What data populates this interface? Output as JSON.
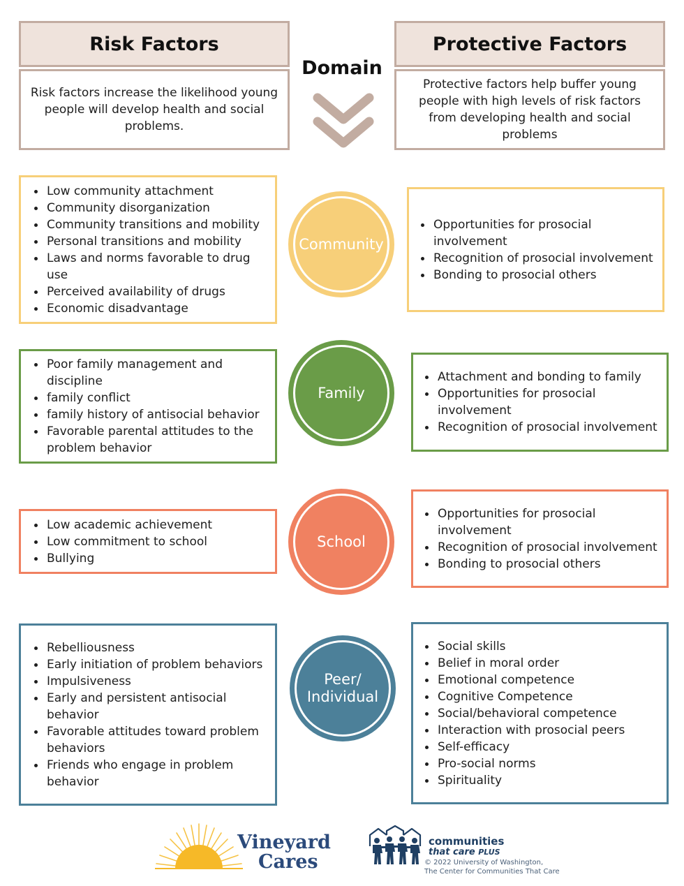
{
  "header": {
    "risk_title": "Risk Factors",
    "protective_title": "Protective Factors",
    "domain_label": "Domain",
    "risk_description": "Risk factors increase the likelihood young people will develop health and social problems.",
    "protective_description": "Protective factors help buffer young people with high levels of risk factors from developing health and social problems",
    "arrow_icon": "double-chevron-down-icon"
  },
  "colors": {
    "header_fill": "#efe3dc",
    "header_border": "#c2aca1",
    "community": "#f7cf79",
    "family": "#6a9c48",
    "school": "#f08161",
    "peer": "#4c8099"
  },
  "domains": [
    {
      "name": "Community",
      "risk": [
        "Low community attachment",
        "Community disorganization",
        "Community transitions and mobility",
        "Personal transitions and mobility",
        "Laws and norms favorable to drug use",
        "Perceived availability of drugs",
        "Economic disadvantage"
      ],
      "protective": [
        "Opportunities for prosocial involvement",
        "Recognition of prosocial involvement",
        "Bonding to prosocial others"
      ]
    },
    {
      "name": "Family",
      "risk": [
        "Poor family management and discipline",
        "family conflict",
        "family history of antisocial behavior",
        "Favorable parental attitudes to the problem behavior"
      ],
      "protective": [
        "Attachment and bonding to family",
        "Opportunities for prosocial involvement",
        "Recognition of prosocial involvement"
      ]
    },
    {
      "name": "School",
      "risk": [
        "Low academic achievement",
        "Low commitment to school",
        "Bullying"
      ],
      "protective": [
        "Opportunities for prosocial involvement",
        "Recognition of prosocial involvement",
        "Bonding to prosocial others"
      ]
    },
    {
      "name": "Peer/ Individual",
      "risk": [
        "Rebelliousness",
        "Early initiation of problem behaviors",
        "Impulsiveness",
        "Early and persistent antisocial behavior",
        "Favorable attitudes toward problem behaviors",
        "Friends who engage in problem behavior"
      ],
      "protective": [
        "Social skills",
        "Belief in moral order",
        "Emotional competence",
        "Cognitive Competence",
        "Social/behavioral competence",
        "Interaction with prosocial peers",
        "Self-efficacy",
        "Pro-social norms",
        "Spirituality"
      ]
    }
  ],
  "footer": {
    "vineyard_line1": "Vineyard",
    "vineyard_line2": "Cares",
    "vineyard_icon": "sun-icon",
    "ctc_line1": "communities",
    "ctc_line2_a": "that care",
    "ctc_line2_b": "PLUS",
    "ctc_icon": "houses-and-people-icon",
    "copyright_line1": "© 2022 University of Washington,",
    "copyright_line2": "The Center for Communities That Care"
  }
}
